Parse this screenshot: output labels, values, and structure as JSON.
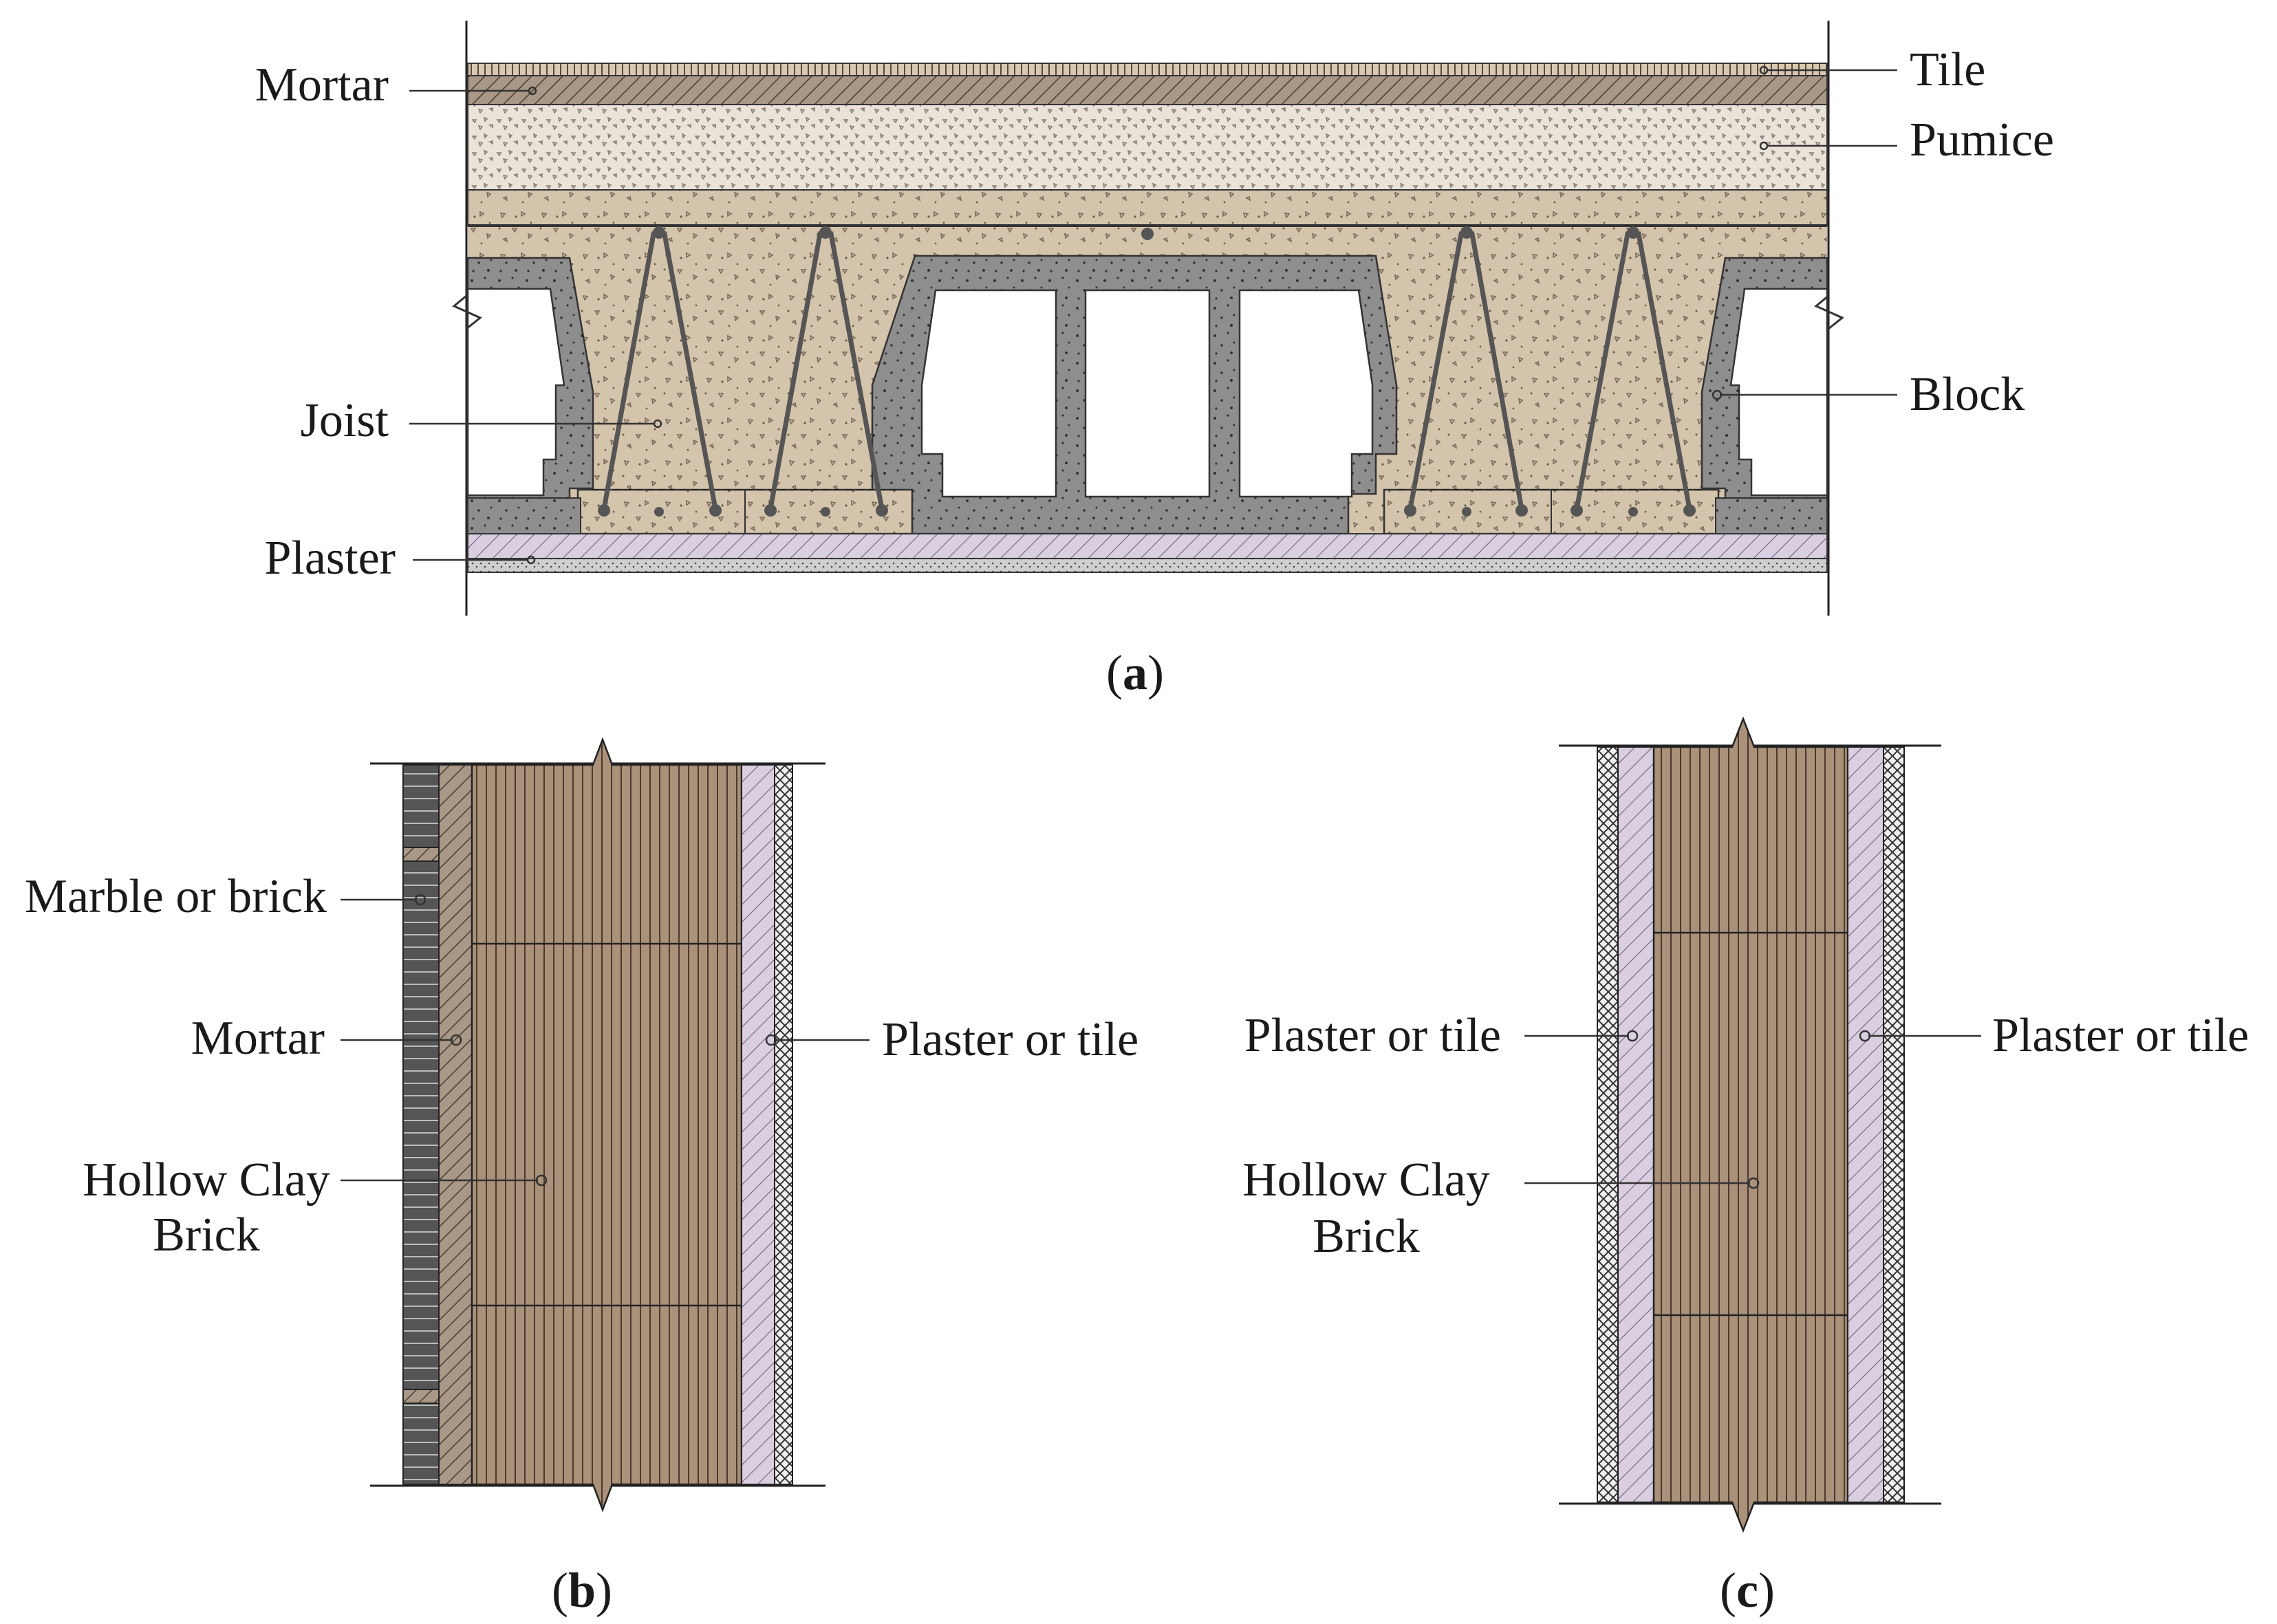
{
  "figure": {
    "panel_a": {
      "caption_letter": "a",
      "labels": {
        "mortar": "Mortar",
        "joist": "Joist",
        "plaster": "Plaster",
        "tile": "Tile",
        "pumice": "Pumice",
        "block": "Block"
      }
    },
    "panel_b": {
      "caption_letter": "b",
      "labels": {
        "marble": "Marble or brick",
        "mortar": "Mortar",
        "brick_line1": "Hollow Clay",
        "brick_line2": "Brick",
        "plaster": "Plaster or tile"
      }
    },
    "panel_c": {
      "caption_letter": "c",
      "labels": {
        "plaster_left": "Plaster or tile",
        "plaster_right": "Plaster or tile",
        "brick_line1": "Hollow Clay",
        "brick_line2": "Brick"
      }
    }
  },
  "colors": {
    "concrete": "#d4c4ac",
    "block": "#8e8e8e",
    "brick": "#a9917a",
    "mortar": "#a99887",
    "plaster": "#d9cfe0",
    "pumice": "#e9e3da",
    "marble": "#555555"
  }
}
